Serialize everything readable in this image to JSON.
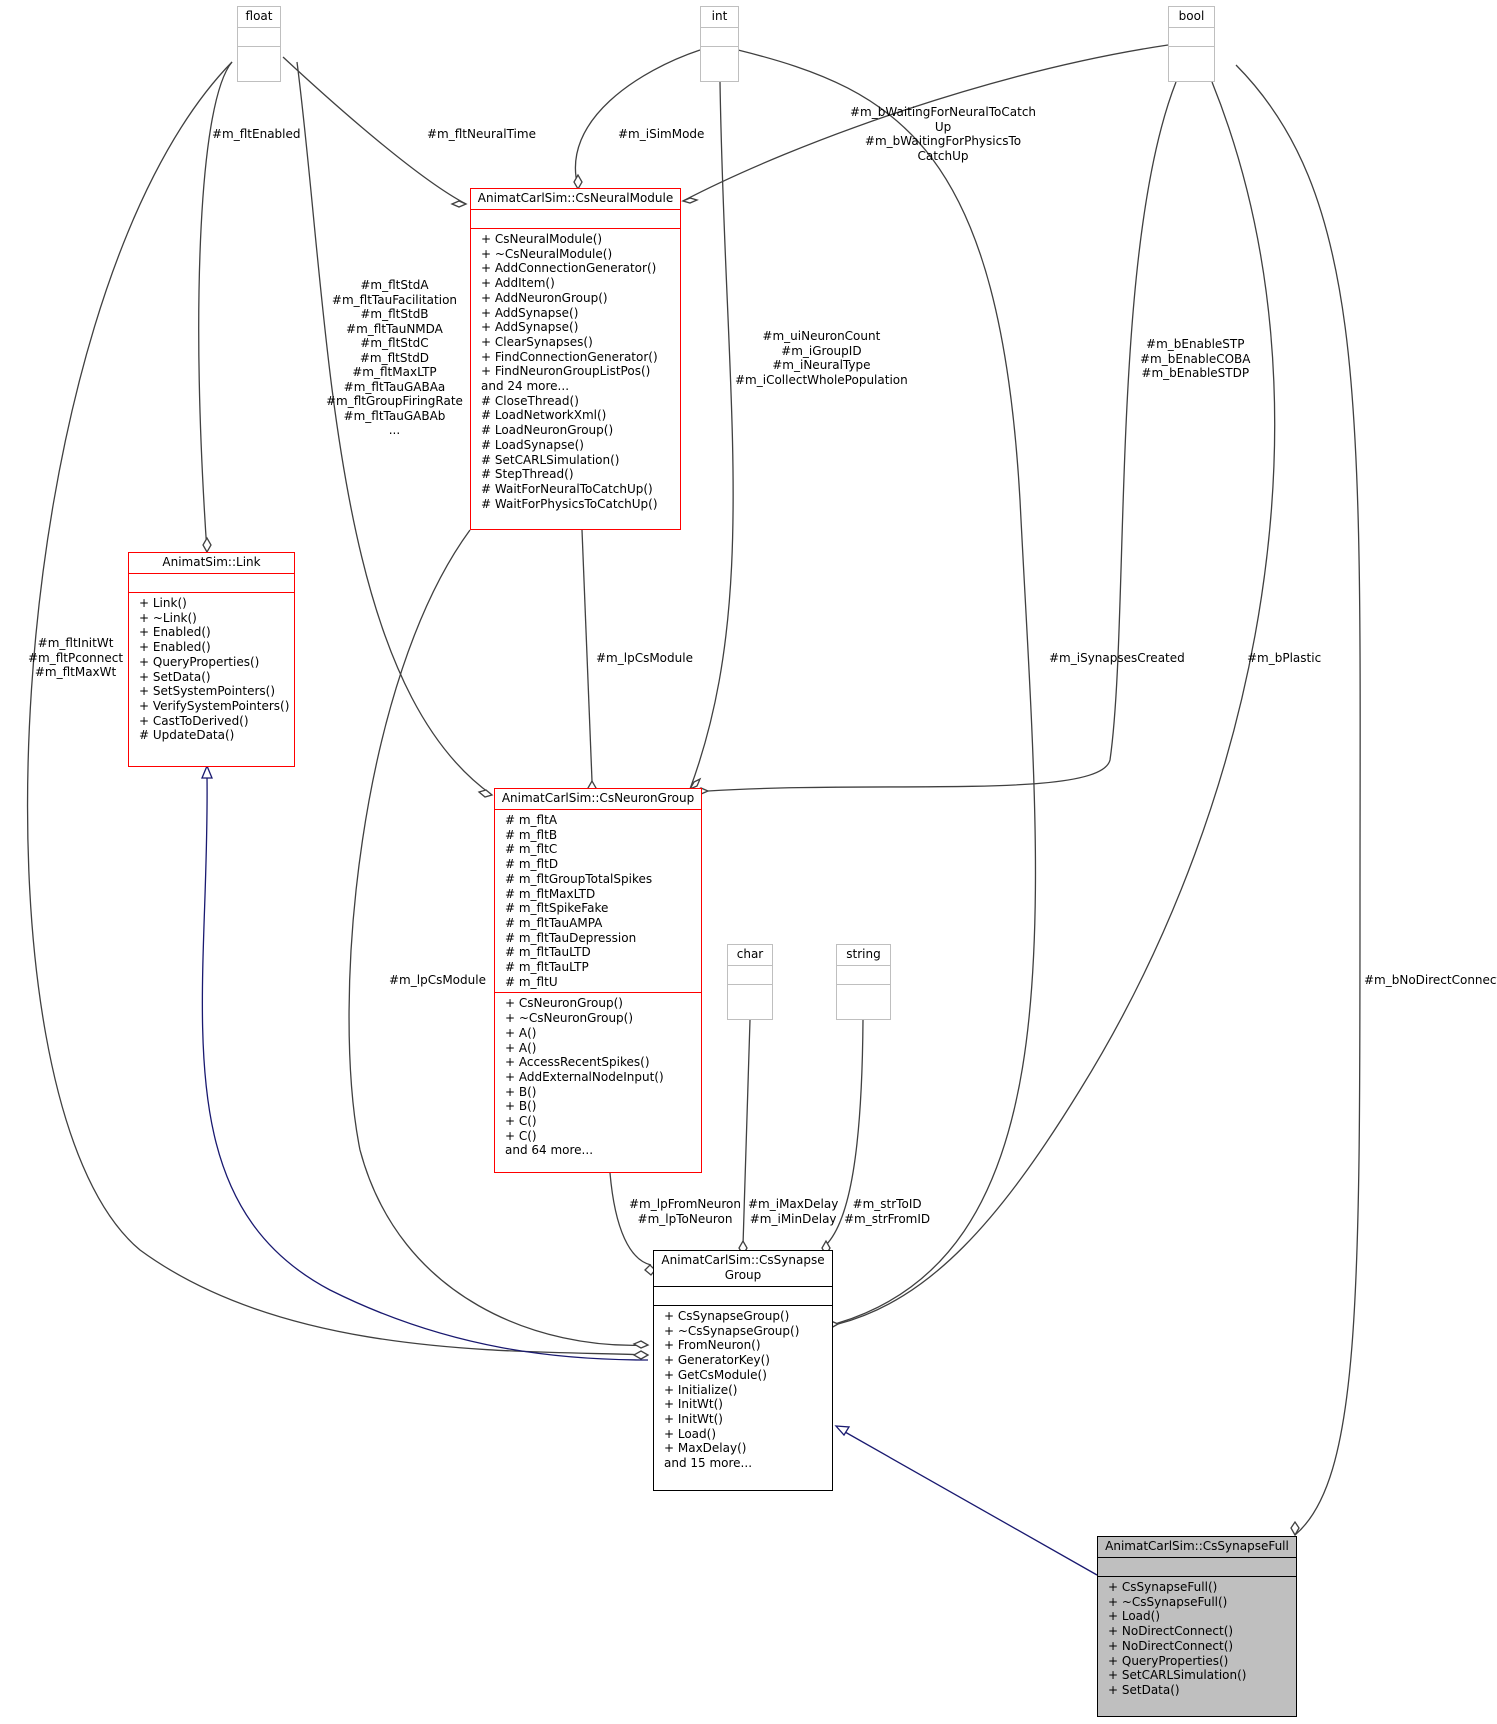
{
  "classes": {
    "float": {
      "title": "float"
    },
    "int": {
      "title": "int"
    },
    "bool": {
      "title": "bool"
    },
    "char": {
      "title": "char"
    },
    "string": {
      "title": "string"
    },
    "neural_module": {
      "title": "AnimatCarlSim::CsNeuralModule",
      "methods": [
        "+ CsNeuralModule()",
        "+ ~CsNeuralModule()",
        "+ AddConnectionGenerator()",
        "+ AddItem()",
        "+ AddNeuronGroup()",
        "+ AddSynapse()",
        "+ AddSynapse()",
        "+ ClearSynapses()",
        "+ FindConnectionGenerator()",
        "+ FindNeuronGroupListPos()",
        "and 24 more...",
        "# CloseThread()",
        "# LoadNetworkXml()",
        "# LoadNeuronGroup()",
        "# LoadSynapse()",
        "# SetCARLSimulation()",
        "# StepThread()",
        "# WaitForNeuralToCatchUp()",
        "# WaitForPhysicsToCatchUp()"
      ]
    },
    "link": {
      "title": "AnimatSim::Link",
      "methods": [
        "+ Link()",
        "+ ~Link()",
        "+ Enabled()",
        "+ Enabled()",
        "+ QueryProperties()",
        "+ SetData()",
        "+ SetSystemPointers()",
        "+ VerifySystemPointers()",
        "+ CastToDerived()",
        "# UpdateData()"
      ]
    },
    "neuron_group": {
      "title": "AnimatCarlSim::CsNeuronGroup",
      "attributes": [
        "# m_fltA",
        "# m_fltB",
        "# m_fltC",
        "# m_fltD",
        "# m_fltGroupTotalSpikes",
        "# m_fltMaxLTD",
        "# m_fltSpikeFake",
        "# m_fltTauAMPA",
        "# m_fltTauDepression",
        "# m_fltTauLTD",
        "# m_fltTauLTP",
        "# m_fltU"
      ],
      "methods": [
        "+ CsNeuronGroup()",
        "+ ~CsNeuronGroup()",
        "+ A()",
        "+ A()",
        "+ AccessRecentSpikes()",
        "+ AddExternalNodeInput()",
        "+ B()",
        "+ B()",
        "+ C()",
        "+ C()",
        "and 64 more..."
      ]
    },
    "synapse_group": {
      "title_line1": "AnimatCarlSim::CsSynapse",
      "title_line2": "Group",
      "methods": [
        "+ CsSynapseGroup()",
        "+ ~CsSynapseGroup()",
        "+ FromNeuron()",
        "+ GeneratorKey()",
        "+ GetCsModule()",
        "+ Initialize()",
        "+ InitWt()",
        "+ InitWt()",
        "+ Load()",
        "+ MaxDelay()",
        "and 15 more..."
      ]
    },
    "synapse_full": {
      "title": "AnimatCarlSim::CsSynapseFull",
      "methods": [
        "+ CsSynapseFull()",
        "+ ~CsSynapseFull()",
        "+ Load()",
        "+ NoDirectConnect()",
        "+ NoDirectConnect()",
        "+ QueryProperties()",
        "+ SetCARLSimulation()",
        "+ SetData()"
      ]
    }
  },
  "edge_labels": {
    "flt_enabled": "#m_fltEnabled",
    "flt_neural_time": "#m_fltNeuralTime",
    "i_sim_mode": "#m_iSimMode",
    "waiting": [
      "#m_bWaitingForNeuralToCatch",
      "Up",
      "#m_bWaitingForPhysicsTo",
      "CatchUp"
    ],
    "flt_std": [
      "#m_fltStdA",
      "#m_fltTauFacilitation",
      "#m_fltStdB",
      "#m_fltTauNMDA",
      "#m_fltStdC",
      "#m_fltStdD",
      "#m_fltMaxLTP",
      "#m_fltTauGABAa",
      "#m_fltGroupFiringRate",
      "#m_fltTauGABAb",
      "..."
    ],
    "neuron_count": [
      "#m_uiNeuronCount",
      "#m_iGroupID",
      "#m_iNeuralType",
      "#m_iCollectWholePopulation"
    ],
    "enable_stp": [
      "#m_bEnableSTP",
      "#m_bEnableCOBA",
      "#m_bEnableSTDP"
    ],
    "init_wt": [
      "#m_fltInitWt",
      "#m_fltPconnect",
      "#m_fltMaxWt"
    ],
    "lp_cs_module_1": "#m_lpCsModule",
    "i_synapses_created": "#m_iSynapsesCreated",
    "b_plastic": "#m_bPlastic",
    "b_no_direct_connect": "#m_bNoDirectConnect",
    "lp_cs_module_2": "#m_lpCsModule",
    "lp_from_neuron": [
      "#m_lpFromNeuron",
      "#m_lpToNeuron"
    ],
    "i_max_delay": [
      "#m_iMaxDelay",
      "#m_iMinDelay"
    ],
    "str_to_id": [
      "#m_strToID",
      "#m_strFromID"
    ]
  },
  "colors": {
    "highlight_border": "#ff0000",
    "inheritance_edge": "#191970",
    "usage_edge": "#404040",
    "focus_fill": "#bfbfbf"
  }
}
